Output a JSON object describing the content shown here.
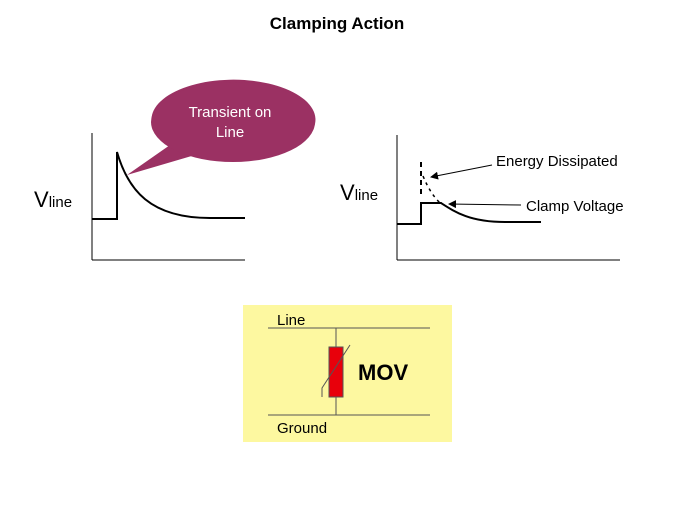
{
  "title": "Clamping Action",
  "left_graph": {
    "y_label_main": "V",
    "y_label_sub": "line",
    "bubble_line1": "Transient on",
    "bubble_line2": "Line"
  },
  "right_graph": {
    "y_label_main": "V",
    "y_label_sub": "line",
    "energy_label": "Energy Dissipated",
    "clamp_label": "Clamp Voltage"
  },
  "circuit": {
    "line_label": "Line",
    "ground_label": "Ground",
    "component_label": "MOV"
  },
  "colors": {
    "bubble": "#9b3163",
    "box_bg": "#fdf8a0",
    "mov_red": "#e8000b"
  }
}
